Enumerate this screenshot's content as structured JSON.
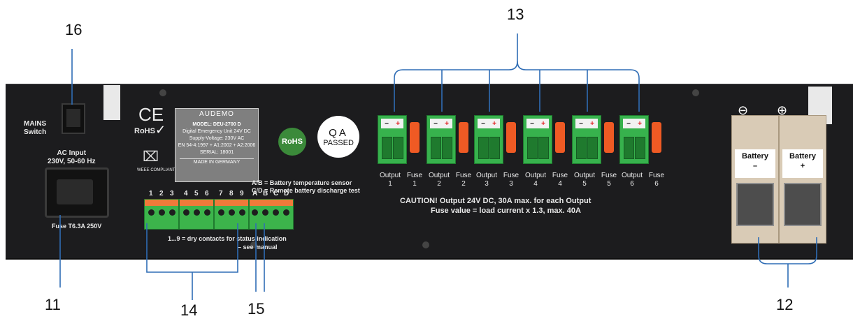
{
  "callouts": {
    "c16": "16",
    "c13": "13",
    "c11": "11",
    "c14": "14",
    "c15": "15",
    "c12": "12"
  },
  "panel": {
    "mains_switch": "MAINS\nSwitch",
    "ac_input": "AC Input\n230V, 50-60 Hz",
    "fuse": "Fuse T6.3A 250V",
    "ce": "CE",
    "rohs_text": "RoHS",
    "weee": "WEEE COMPLIANT"
  },
  "label": {
    "brand": "AUDEMO",
    "model": "MODEL: DEU-2700 D",
    "line1": "Digital Emergency Unit 24V DC",
    "line2": "Supply-Voltage: 230V AC",
    "line3": "EN 54-4:1997 + A1:2002 + A2:2006",
    "serial": "SERIAL: 18001",
    "made": "MADE IN GERMANY"
  },
  "badges": {
    "rohs": "RoHS",
    "qa": "QA",
    "passed": "PASSED"
  },
  "terminals": {
    "legend_ab": "A/B = Battery temperature sensor",
    "legend_cd": "C/D = Remote battery discharge test",
    "numbers": [
      "1",
      "2",
      "3",
      "4",
      "5",
      "6",
      "7",
      "8",
      "9",
      "A",
      "B",
      "C",
      "D"
    ],
    "dry_contacts": "1...9 = dry contacts for status indication",
    "see_manual": "– see manual"
  },
  "outputs": [
    {
      "label": "Output",
      "num": "1"
    },
    {
      "label": "Output",
      "num": "2"
    },
    {
      "label": "Output",
      "num": "3"
    },
    {
      "label": "Output",
      "num": "4"
    },
    {
      "label": "Output",
      "num": "5"
    },
    {
      "label": "Output",
      "num": "6"
    }
  ],
  "fuses": [
    {
      "label": "Fuse",
      "num": "1"
    },
    {
      "label": "Fuse",
      "num": "2"
    },
    {
      "label": "Fuse",
      "num": "3"
    },
    {
      "label": "Fuse",
      "num": "4"
    },
    {
      "label": "Fuse",
      "num": "5"
    },
    {
      "label": "Fuse",
      "num": "6"
    }
  ],
  "caution": {
    "line1": "CAUTION! Output 24V DC, 30A max. for each Output",
    "line2": "Fuse value = load current x 1.3, max. 40A"
  },
  "battery": {
    "minus_symbol": "⊖",
    "plus_symbol": "⊕",
    "left_label": "Battery",
    "left_sign": "–",
    "right_label": "Battery",
    "right_sign": "+"
  },
  "colors": {
    "bracket": "#2f6db5",
    "panel": "#1c1c1e",
    "connector": "#37b24d",
    "fuse": "#ef5a24"
  }
}
